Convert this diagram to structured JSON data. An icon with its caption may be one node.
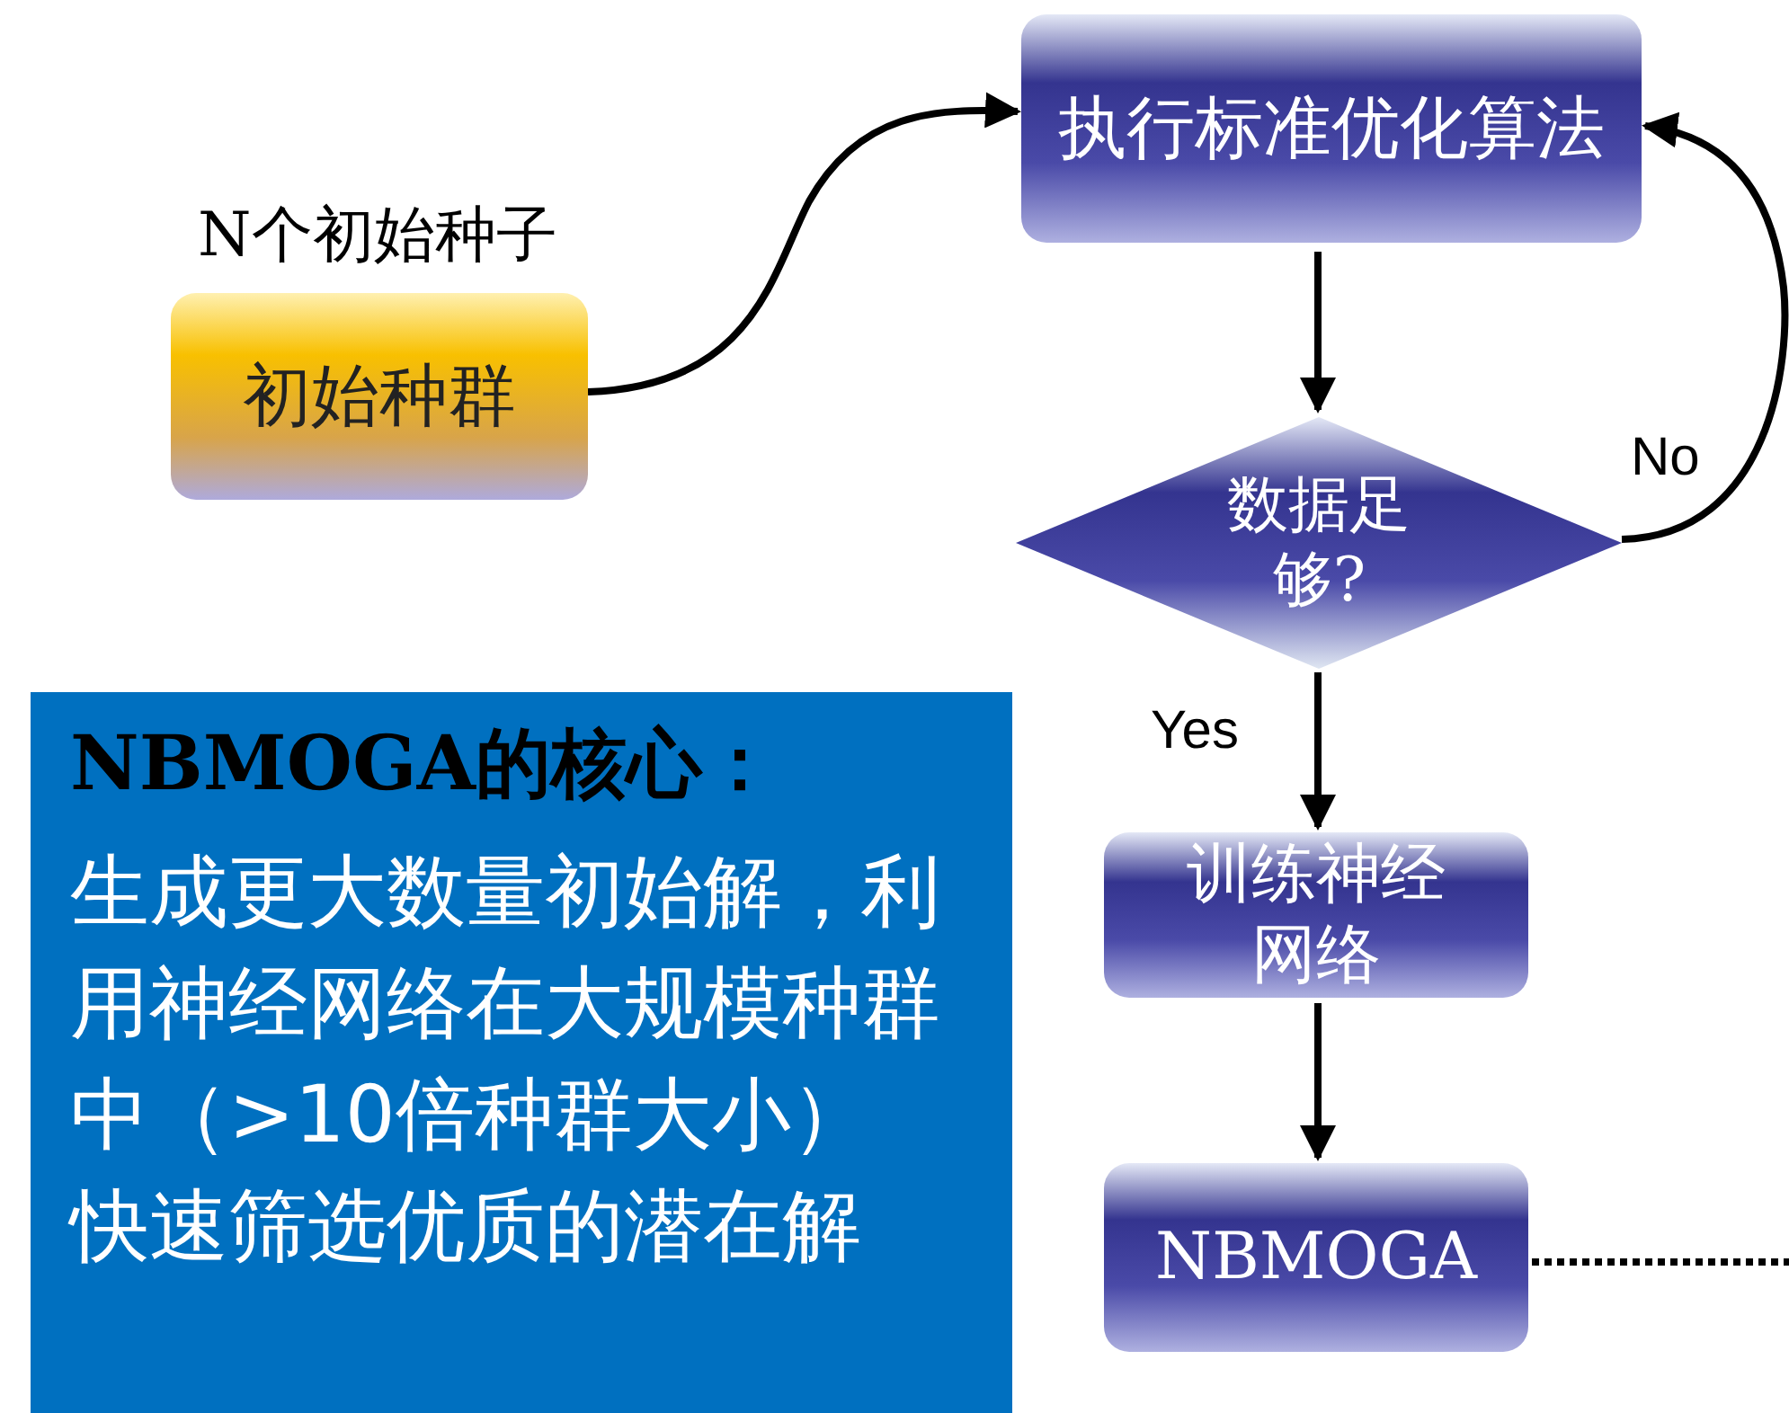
{
  "diagram": {
    "nodes": [
      {
        "text": [
          "初始种群"
        ],
        "beside": [
          "N个初始种子"
        ]
      },
      {
        "text": [
          "执行标准优化算法"
        ]
      },
      {
        "text": [
          "数据足够?"
        ]
      },
      {
        "text": [
          "训练神经网络"
        ]
      },
      {
        "text": [
          "NBMOGA"
        ]
      },
      {
        "text": [
          "NBMOGA的核心：",
          "生成更大数量初始解，利用神经网络在大规模种群中（>10倍种群大小）快速筛选优质的潜在解"
        ]
      }
    ],
    "edges": [
      {
        "from": 0,
        "to": 1,
        "arrow": "to"
      },
      {
        "from": 1,
        "to": 2,
        "arrow": "to"
      },
      {
        "from": 2,
        "to": 1,
        "arrow": "to",
        "label": "No"
      },
      {
        "from": 2,
        "to": 3,
        "arrow": "to",
        "label": "Yes"
      },
      {
        "from": 3,
        "to": 4,
        "arrow": "to"
      },
      {
        "from": 4,
        "to": null,
        "arrow": "none",
        "style": "dashed"
      }
    ]
  }
}
